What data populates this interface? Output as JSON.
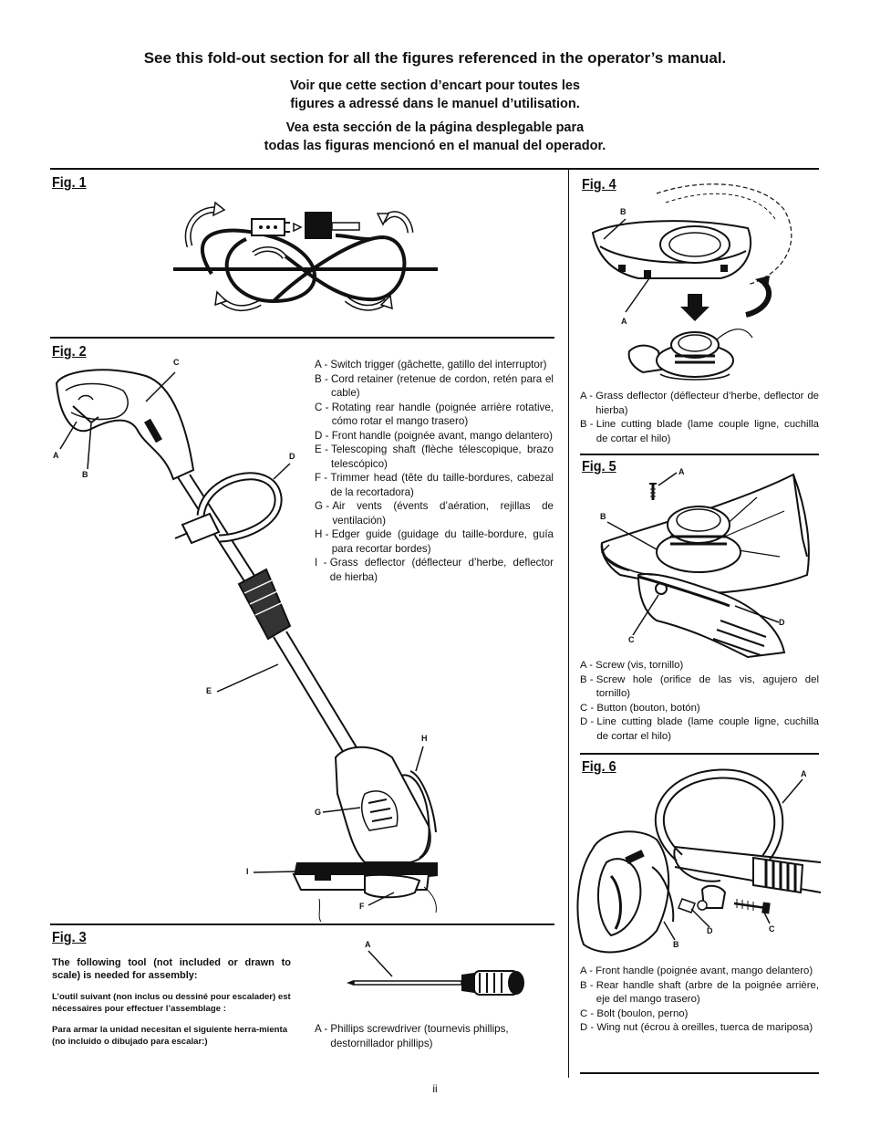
{
  "header": {
    "en": "See this fold-out section for all the figures referenced in the operator’s manual.",
    "fr_line1": "Voir que cette section d’encart pour toutes les",
    "fr_line2": "figures a adressé dans le manuel d’utilisation.",
    "es_line1": "Vea esta sección de la página desplegable para",
    "es_line2": "todas las figuras mencionó en el manual del operador."
  },
  "fig1": {
    "title": "Fig. 1"
  },
  "fig2": {
    "title": "Fig. 2",
    "callouts": {
      "a": "A",
      "b": "B",
      "c": "C",
      "d": "D",
      "e": "E",
      "f": "F",
      "g": "G",
      "h": "H",
      "i": "I"
    },
    "legend": [
      {
        "key": "A - ",
        "text": "Switch trigger (gâchette, gatillo del interruptor)"
      },
      {
        "key": "B - ",
        "text": "Cord retainer (retenue de cordon, retén para el cable)"
      },
      {
        "key": "C - ",
        "text": "Rotating rear handle (poignée arrière rotative, cómo rotar el mango trasero)"
      },
      {
        "key": "D - ",
        "text": "Front handle (poignée avant, mango delantero)"
      },
      {
        "key": "E - ",
        "text": "Telescoping shaft (flèche télescopique, brazo telescópico)"
      },
      {
        "key": "F - ",
        "text": "Trimmer head (tête du taille-bordures, cabezal de la recortadora)"
      },
      {
        "key": "G - ",
        "text": "Air vents (évents d’aération, rejillas de ventilación)"
      },
      {
        "key": "H - ",
        "text": "Edger guide (guidage du taille-bordure, guía para recortar bordes)"
      },
      {
        "key": "I  - ",
        "text": "Grass deflector (déflecteur d’herbe, deflector de hierba)"
      }
    ]
  },
  "fig3": {
    "title": "Fig. 3",
    "note_en": "The following tool (not included or drawn to scale) is needed for assembly:",
    "note_fr": "L’outil suivant (non inclus ou dessiné pour escalader) est nécessaires pour effectuer l’assemblage :",
    "note_es": "Para armar la unidad necesitan el siguiente herra-mienta (no incluido o dibujado para escalar:)",
    "callouts": {
      "a": "A"
    },
    "legend": [
      {
        "key": "A - ",
        "text": "Phillips screwdriver (tournevis phillips, destornillador phillips)"
      }
    ]
  },
  "fig4": {
    "title": "Fig. 4",
    "callouts": {
      "a": "A",
      "b": "B"
    },
    "legend": [
      {
        "key": "A - ",
        "text": "Grass deflector (déflecteur d’herbe, deflector de hierba)"
      },
      {
        "key": "B - ",
        "text": "Line cutting blade (lame couple ligne, cuchilla de cortar el hilo)"
      }
    ]
  },
  "fig5": {
    "title": "Fig. 5",
    "callouts": {
      "a": "A",
      "b": "B",
      "c": "C",
      "d": "D"
    },
    "legend": [
      {
        "key": "A - ",
        "text": "Screw (vis, tornillo)"
      },
      {
        "key": "B - ",
        "text": "Screw hole (orifice de las vis, agujero del tornillo)"
      },
      {
        "key": "C - ",
        "text": "Button (bouton, botón)"
      },
      {
        "key": "D - ",
        "text": "Line cutting blade (lame couple ligne, cuchilla de cortar el hilo)"
      }
    ]
  },
  "fig6": {
    "title": "Fig. 6",
    "callouts": {
      "a": "A",
      "b": "B",
      "c": "C",
      "d": "D"
    },
    "legend": [
      {
        "key": "A - ",
        "text": "Front handle (poignée avant, mango delantero)"
      },
      {
        "key": "B - ",
        "text": "Rear handle shaft (arbre de la poignée arrière, eje del mango trasero)"
      },
      {
        "key": "C - ",
        "text": "Bolt (boulon, perno)"
      },
      {
        "key": "D - ",
        "text": "Wing nut (écrou à oreilles, tuerca de mariposa)"
      }
    ]
  },
  "page_number": "ii"
}
